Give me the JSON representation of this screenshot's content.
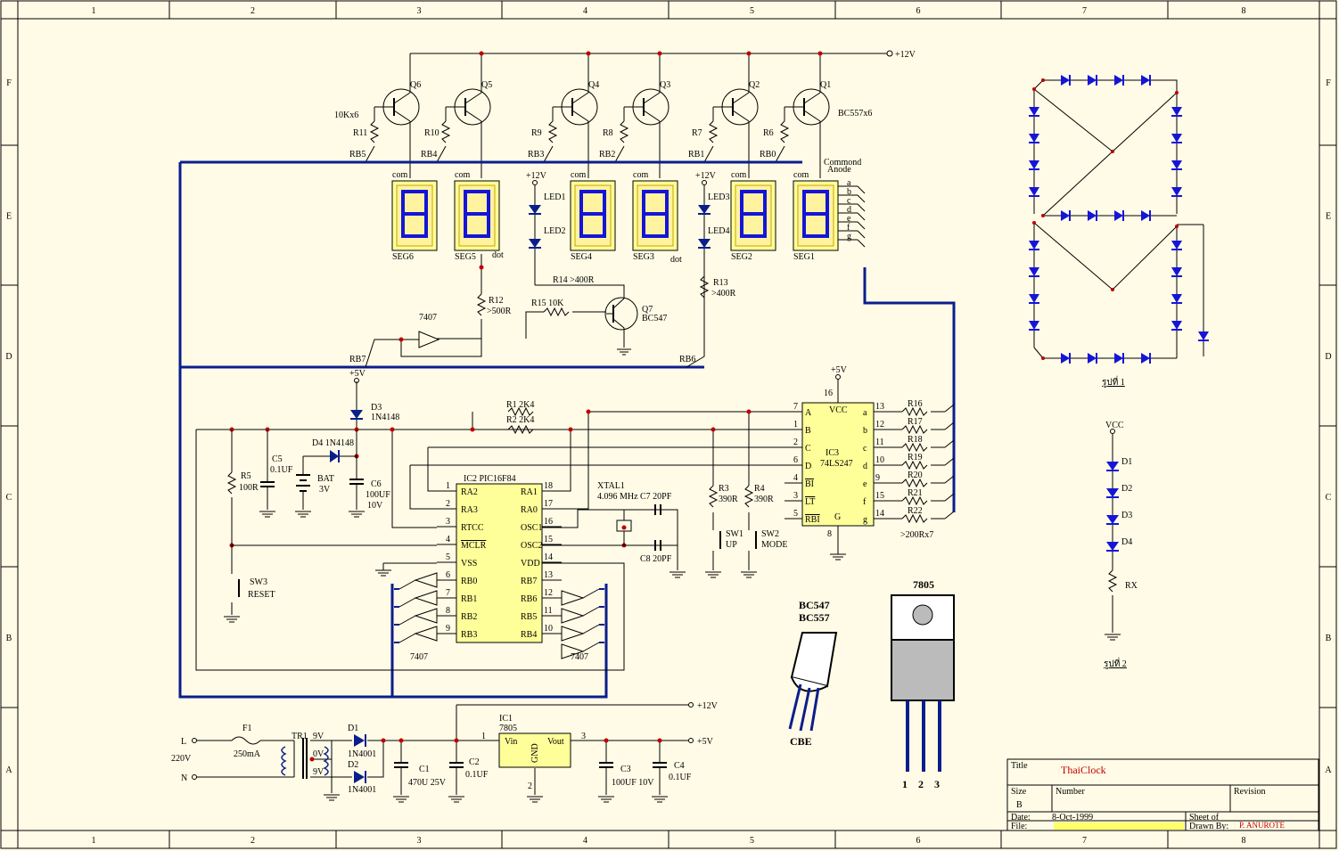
{
  "border": {
    "columns": [
      "1",
      "2",
      "3",
      "4",
      "5",
      "6",
      "7",
      "8"
    ],
    "rows": [
      "F",
      "E",
      "D",
      "C",
      "B",
      "A"
    ]
  },
  "power": {
    "vcc12": "+12V",
    "vcc5": "+5V",
    "vcc5b": "+5V",
    "vcc5c": "+5V",
    "led_supply1": "+12V",
    "led_supply2": "+12V",
    "vcc_label": "VCC"
  },
  "transistors": [
    {
      "ref": "Q6",
      "res": "R11",
      "port": "RB5"
    },
    {
      "ref": "Q5",
      "res": "R10",
      "port": "RB4"
    },
    {
      "ref": "Q4",
      "res": "R9",
      "port": "RB3"
    },
    {
      "ref": "Q3",
      "res": "R8",
      "port": "RB2"
    },
    {
      "ref": "Q2",
      "res": "R7",
      "port": "RB1"
    },
    {
      "ref": "Q1",
      "res": "R6",
      "port": "RB0"
    }
  ],
  "transistor_notes": {
    "res_value": "10Kx6",
    "type": "BC557x6"
  },
  "segments": [
    {
      "ref": "SEG6",
      "com": "com"
    },
    {
      "ref": "SEG5",
      "com": "com"
    },
    {
      "ref": "SEG4",
      "com": "com"
    },
    {
      "ref": "SEG3",
      "com": "com"
    },
    {
      "ref": "SEG2",
      "com": "com"
    },
    {
      "ref": "SEG1",
      "com": "com"
    }
  ],
  "seg_notes": {
    "dot1": "dot",
    "dot2": "dot",
    "common_anode1": "Commond",
    "common_anode2": "Anode",
    "pins": [
      "a",
      "b",
      "c",
      "d",
      "e",
      "f",
      "g"
    ]
  },
  "leds": {
    "led1": "LED1",
    "led2": "LED2",
    "led3": "LED3",
    "led4": "LED4"
  },
  "colon_ckt": {
    "r12": "R12",
    "r12v": ">500R",
    "r13": "R13",
    "r13v": ">400R",
    "r14": "R14 >400R",
    "r15": "R15  10K",
    "q7": "Q7",
    "q7t": "BC547",
    "buf": "7407",
    "rb7": "RB7",
    "rb6": "RB6"
  },
  "ic3": {
    "ref": "IC3",
    "part": "74LS247",
    "vcc": "VCC",
    "gnd": "G",
    "pin16": "16",
    "pin8": "8",
    "left": [
      {
        "p": "7",
        "n": "A"
      },
      {
        "p": "1",
        "n": "B"
      },
      {
        "p": "2",
        "n": "C"
      },
      {
        "p": "6",
        "n": "D"
      },
      {
        "p": "4",
        "n": "BI"
      },
      {
        "p": "3",
        "n": "LT"
      },
      {
        "p": "5",
        "n": "RBI"
      }
    ],
    "right": [
      {
        "p": "13",
        "n": "a",
        "r": "R16"
      },
      {
        "p": "12",
        "n": "b",
        "r": "R17"
      },
      {
        "p": "11",
        "n": "c",
        "r": "R18"
      },
      {
        "p": "10",
        "n": "d",
        "r": "R19"
      },
      {
        "p": "9",
        "n": "e",
        "r": "R20"
      },
      {
        "p": "15",
        "n": "f",
        "r": "R21"
      },
      {
        "p": "14",
        "n": "g",
        "r": "R22"
      }
    ],
    "rnote": ">200Rx7"
  },
  "ic2": {
    "ref": "IC2  PIC16F84",
    "left": [
      {
        "p": "1",
        "n": "RA2"
      },
      {
        "p": "2",
        "n": "RA3"
      },
      {
        "p": "3",
        "n": "RTCC"
      },
      {
        "p": "4",
        "n": "MCLR"
      },
      {
        "p": "5",
        "n": "VSS"
      },
      {
        "p": "6",
        "n": "RB0"
      },
      {
        "p": "7",
        "n": "RB1"
      },
      {
        "p": "8",
        "n": "RB2"
      },
      {
        "p": "9",
        "n": "RB3"
      }
    ],
    "right": [
      {
        "p": "18",
        "n": "RA1"
      },
      {
        "p": "17",
        "n": "RA0"
      },
      {
        "p": "16",
        "n": "OSC1"
      },
      {
        "p": "15",
        "n": "OSC2"
      },
      {
        "p": "14",
        "n": "VDD"
      },
      {
        "p": "13",
        "n": "RB7"
      },
      {
        "p": "12",
        "n": "RB6"
      },
      {
        "p": "11",
        "n": "RB5"
      },
      {
        "p": "10",
        "n": "RB4"
      }
    ]
  },
  "misc": {
    "r1": "R1 2K4",
    "r2": "R2 2K4",
    "r3": "R3",
    "r3v": "390R",
    "r4": "R4",
    "r4v": "390R",
    "sw1": "SW1",
    "sw1t": "UP",
    "sw2": "SW2",
    "sw2t": "MODE",
    "sw3": "SW3",
    "sw3t": "RESET",
    "xtal": "XTAL1",
    "xtalv": "4.096 MHz",
    "c7": "C7  20PF",
    "c8": "C8  20PF",
    "d3": "D3",
    "d3v": "1N4148",
    "d4": "D4  1N4148",
    "r5": "R5",
    "r5v": "100R",
    "c5": "C5",
    "c5v": "0.1UF",
    "bat": "BAT",
    "batv": "3V",
    "c6": "C6",
    "c6v": "100UF",
    "c6v2": "10V",
    "buf_l": "7407",
    "buf_r": "7407"
  },
  "psu": {
    "l": "L",
    "n": "N",
    "v220": "220V",
    "f1": "F1",
    "f1v": "250mA",
    "tr": "TR1",
    "v9a": "9V",
    "v0": "0V",
    "v9b": "9V",
    "d1": "D1",
    "d1v": "1N4001",
    "d2": "D2",
    "d2v": "1N4001",
    "c1": "C1",
    "c1v": "470U 25V",
    "c2": "C2",
    "c2v": "0.1UF",
    "ic1": "IC1",
    "ic1v": "7805",
    "vin": "Vin",
    "vout": "Vout",
    "gnd": "GND",
    "p1": "1",
    "p2": "2",
    "p3": "3",
    "c3": "C3",
    "c3v": "100UF 10V",
    "c4": "C4",
    "c4v": "0.1UF"
  },
  "packages": {
    "bc_a": "BC547",
    "bc_b": "BC557",
    "cbe": "CBE",
    "reg": "7805",
    "pins": "1    2    3"
  },
  "fig1": {
    "caption": "รูปที่ 1"
  },
  "fig2": {
    "caption": "รูปที่ 2",
    "d1": "D1",
    "d2": "D2",
    "d3": "D3",
    "d4": "D4",
    "rx": "RX"
  },
  "title_block": {
    "title_lbl": "Title",
    "title": "ThaiClock",
    "size_lbl": "Size",
    "size": "B",
    "number_lbl": "Number",
    "rev_lbl": "Revision",
    "date_lbl": "Date:",
    "date": "8-Oct-1999",
    "sheet_lbl": "Sheet    of",
    "file_lbl": "File:",
    "drawn_lbl": "Drawn By:",
    "drawn": "P. ANUROTE"
  }
}
